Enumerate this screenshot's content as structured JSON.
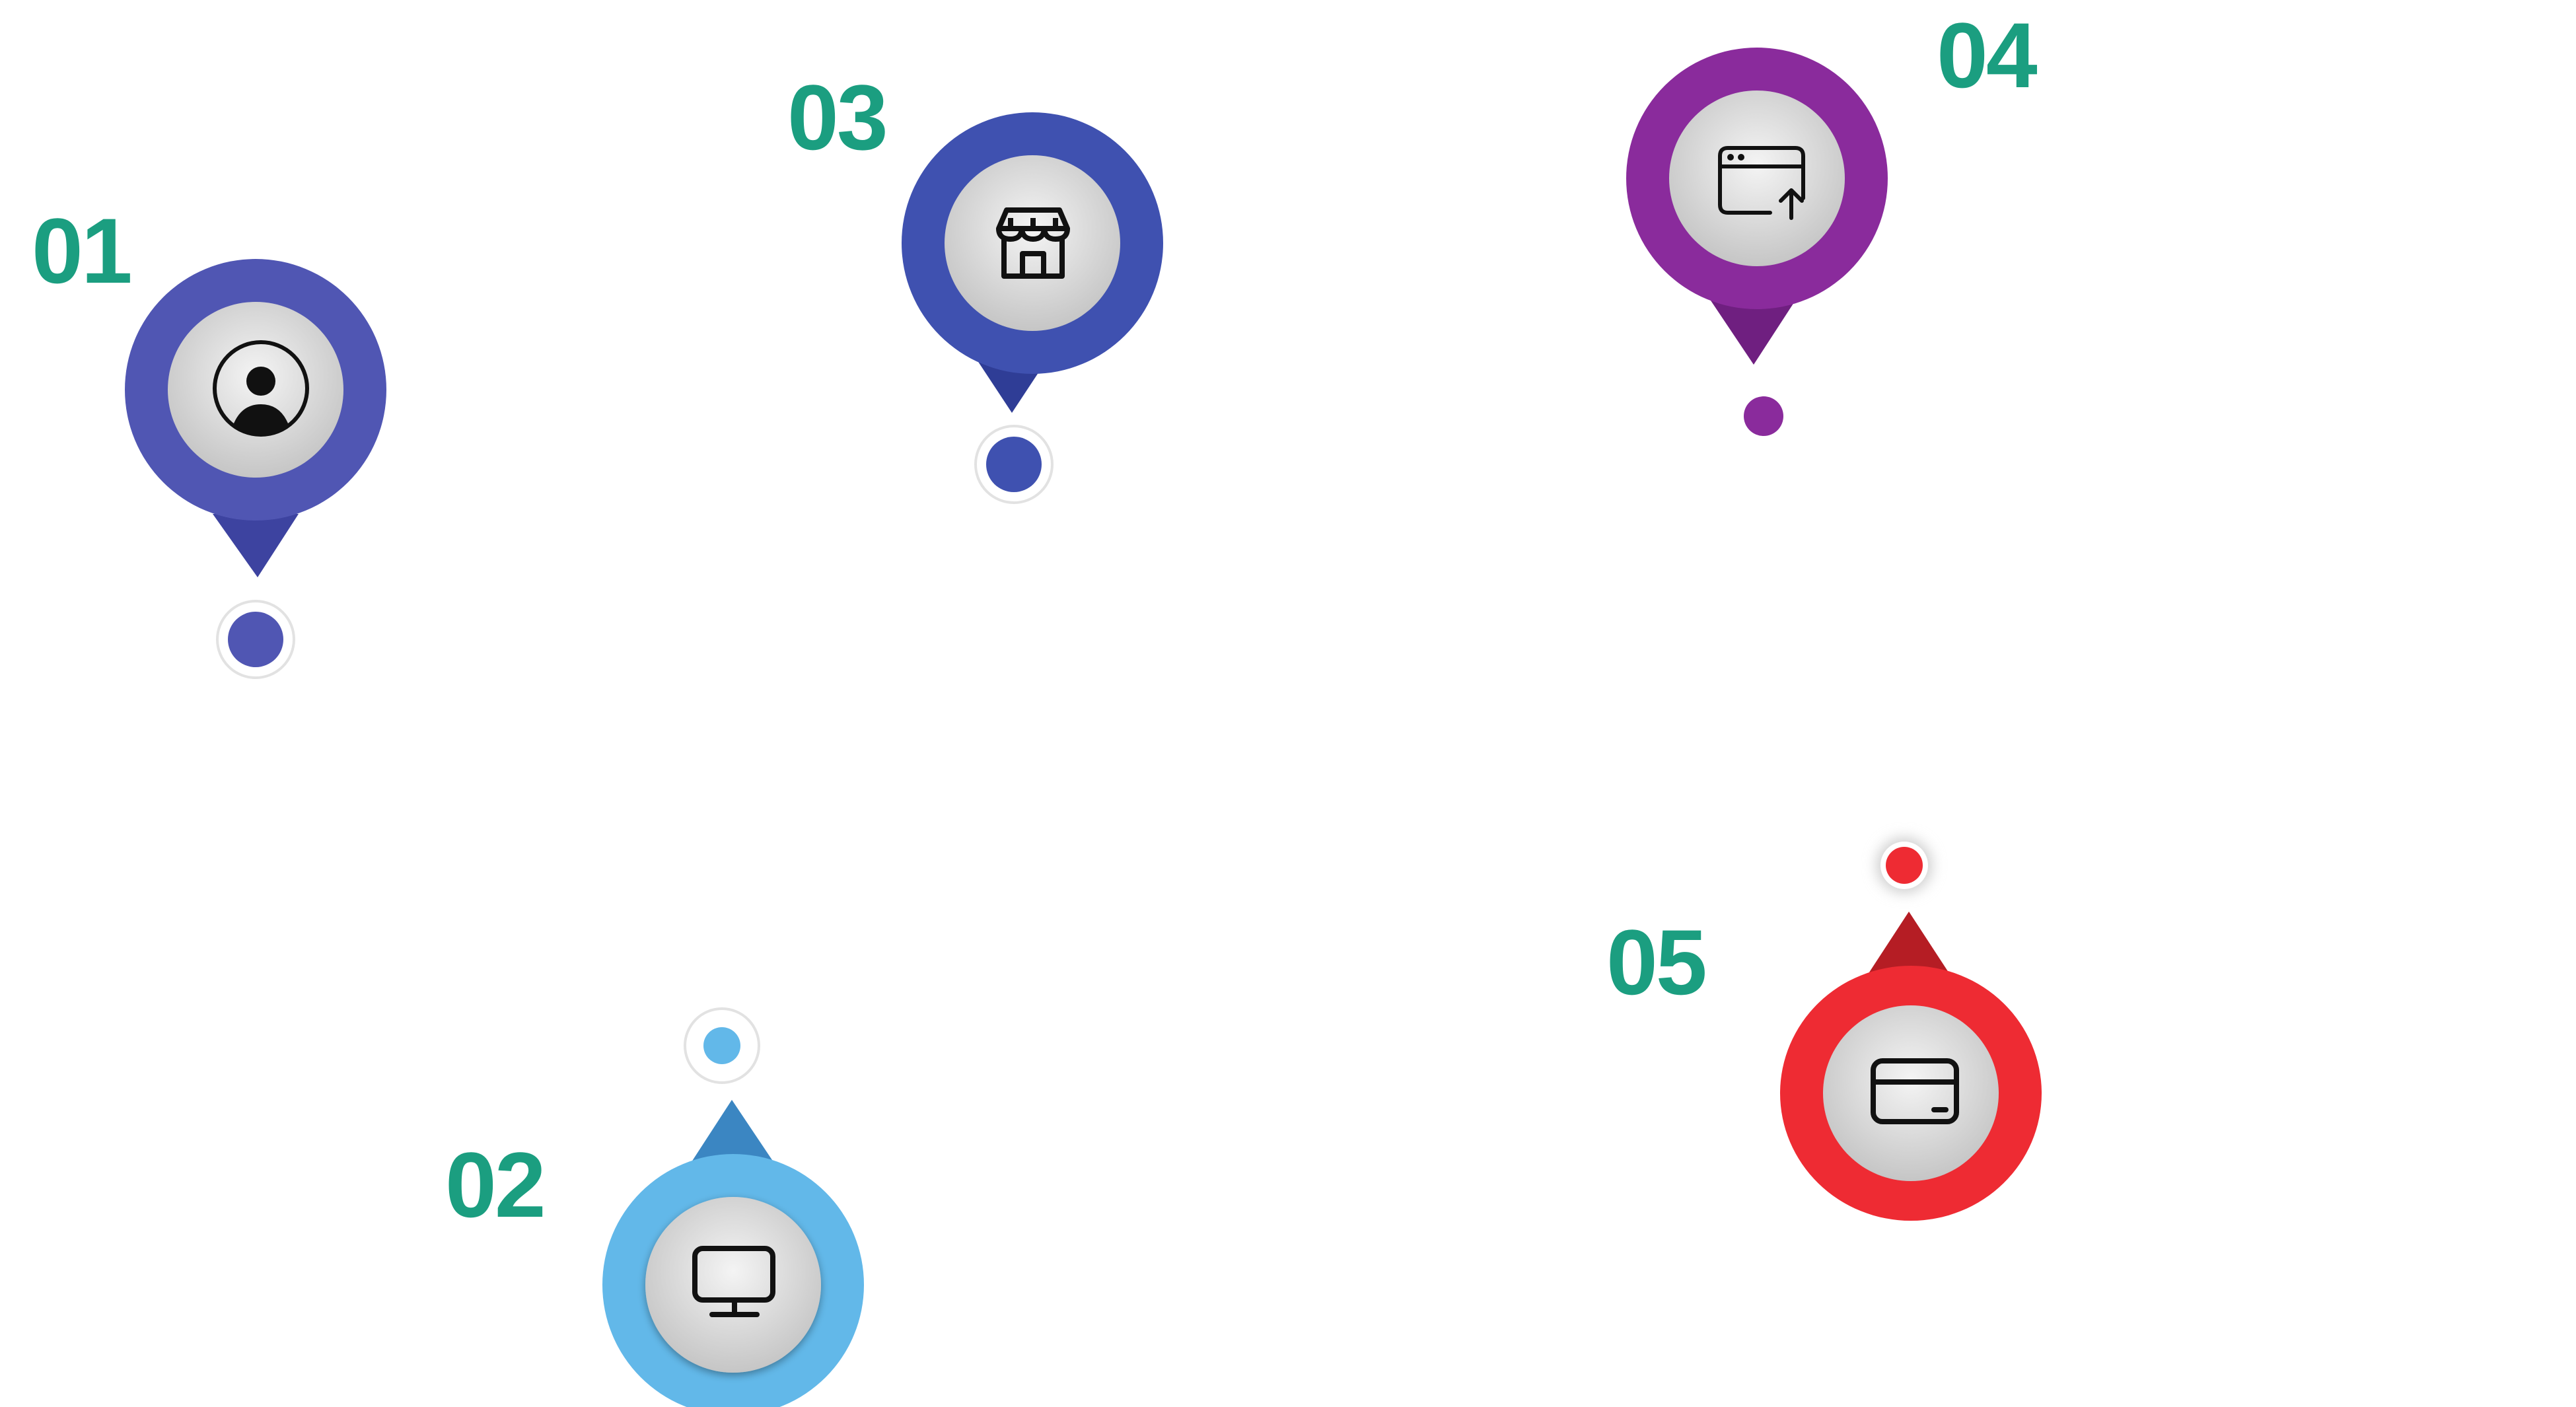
{
  "colors": {
    "number_text": "#1b9e80",
    "ring_inner_light": "#f4f4f4",
    "ring_inner_dark": "#c4c4c4",
    "icon_stroke": "#111111"
  },
  "markers": [
    {
      "number": "01",
      "icon": "person-icon",
      "color": "#5056b3",
      "tail_color": "#3d43a0",
      "direction": "down",
      "dot_size": "large"
    },
    {
      "number": "02",
      "icon": "monitor-icon",
      "color": "#62b8e9",
      "tail_color": "#3b86c2",
      "direction": "up",
      "dot_size": "small"
    },
    {
      "number": "03",
      "icon": "storefront-icon",
      "color": "#3f51b0",
      "tail_color": "#2f3d96",
      "direction": "down",
      "dot_size": "large"
    },
    {
      "number": "04",
      "icon": "browser-upload-icon",
      "color": "#8a2b9c",
      "tail_color": "#6f1f80",
      "direction": "down",
      "dot_size": "plain"
    },
    {
      "number": "05",
      "icon": "credit-card-icon",
      "color": "#ee2b33",
      "tail_color": "#b51d24",
      "direction": "up",
      "dot_size": "glow"
    }
  ]
}
